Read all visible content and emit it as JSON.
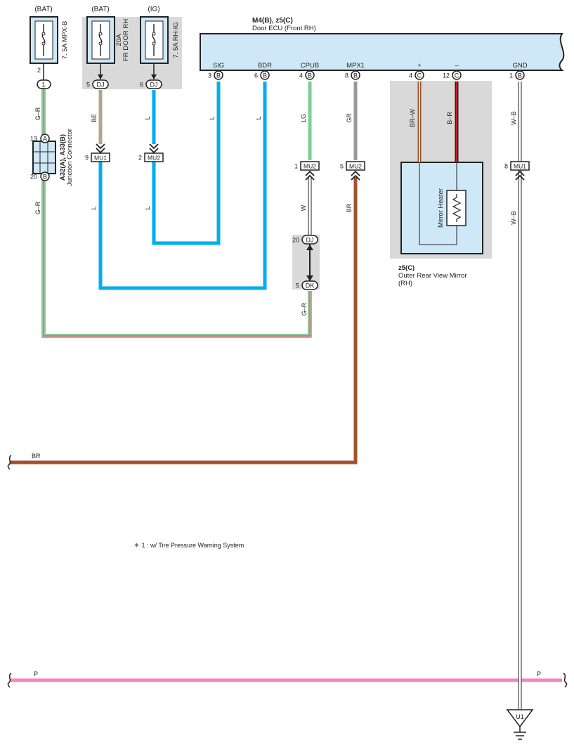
{
  "fuses": {
    "mpx_b": {
      "source": "(BAT)",
      "label": "7. 5A MPX-B",
      "pin_top": "2",
      "pin_bottom": "1"
    },
    "fr_door_rh": {
      "source": "(BAT)",
      "label1": "20A",
      "label2": "FR DOOR RH",
      "pin": "5",
      "conn": "DJ"
    },
    "rh_ig": {
      "source": "(IG)",
      "label": "7. 5A RH-IG",
      "pin": "6",
      "conn": "DJ"
    }
  },
  "ecu": {
    "title": "M4(B), z5(C)",
    "name": "Door ECU (Front RH)",
    "terminals": [
      {
        "label": "SIG",
        "pin": "3",
        "conn": "B"
      },
      {
        "label": "BDR",
        "pin": "6",
        "conn": "B"
      },
      {
        "label": "CPUB",
        "pin": "4",
        "conn": "B"
      },
      {
        "label": "MPX1",
        "pin": "8",
        "conn": "B"
      },
      {
        "label": "+",
        "pin": "4",
        "conn": "C"
      },
      {
        "label": "–",
        "pin": "12",
        "conn": "C"
      },
      {
        "label": "GND",
        "pin": "1",
        "conn": "B"
      }
    ]
  },
  "junction": {
    "title": "A32(A), A33(B)",
    "name": "Junction Connector",
    "pin_a": "13",
    "conn_a": "A",
    "pin_b": "20",
    "conn_b": "B"
  },
  "wires": {
    "g_r_top": "G–R",
    "g_r_mid": "G–R",
    "g_r_dk": "G–R",
    "be": "BE",
    "l_ig": "L",
    "l_ig2": "L",
    "l_be": "L",
    "l_sig": "L",
    "l_bdr": "L",
    "lg": "LG",
    "w": "W",
    "gr": "GR",
    "br": "BR",
    "br_h": "BR",
    "br_w": "BR–W",
    "b_r": "B–R",
    "w_b": "W–B",
    "w_b2": "W–B",
    "p_left": "P",
    "p_right": "P"
  },
  "connectors": {
    "mu1_left": {
      "pin": "9",
      "conn": "MU1"
    },
    "mu2_left": {
      "pin": "2",
      "conn": "MU2"
    },
    "mu2_lg": {
      "pin": "1",
      "conn": "MU2"
    },
    "mu2_gr": {
      "pin": "5",
      "conn": "MU2"
    },
    "mu1_wb": {
      "pin": "8",
      "conn": "MU1"
    },
    "dj_20": {
      "pin": "20",
      "conn": "DJ"
    },
    "dk_5": {
      "pin": "5",
      "conn": "DK"
    }
  },
  "mirror": {
    "code": "z5(C)",
    "name1": "Outer Rear View Mirror",
    "name2": "(RH)",
    "heater": "Mirror Heater"
  },
  "ground": {
    "label": "U1"
  },
  "note": "＊ 1 : w/ Tire Pressure Warning System",
  "colors": {
    "blue": "#00aeef",
    "tan": "#b5a48c",
    "green_light": "#7fcc9a",
    "grey": "#999999",
    "brown": "#a0522d",
    "pink": "#ef88bf",
    "ecu_fill": "#cfe8f7",
    "box_grey": "#d9d9d9"
  }
}
